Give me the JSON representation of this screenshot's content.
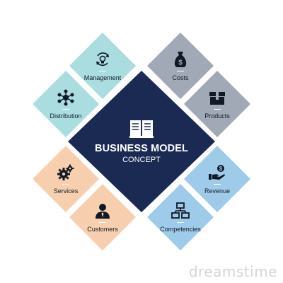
{
  "center": {
    "title": "BUSINESS MODEL",
    "subtitle": "CONCEPT",
    "icon": "book-icon",
    "color": "#1a2a52"
  },
  "colors": {
    "teal": "#a9dde0",
    "gray": "#a2a9b6",
    "peach": "#f7cfae",
    "blue": "#9fcbea",
    "dark": "#1a2a52"
  },
  "tiles": [
    {
      "key": "management",
      "label": "Management",
      "icon": "lightbulb-cycle-icon",
      "color": "#a9dde0"
    },
    {
      "key": "distribution",
      "label": "Distribution",
      "icon": "network-icon",
      "color": "#a9dde0"
    },
    {
      "key": "costs",
      "label": "Costs",
      "icon": "money-bag-icon",
      "color": "#a2a9b6"
    },
    {
      "key": "products",
      "label": "Products",
      "icon": "box-icon",
      "color": "#a2a9b6"
    },
    {
      "key": "services",
      "label": "Services",
      "icon": "gears-icon",
      "color": "#f7cfae"
    },
    {
      "key": "customers",
      "label": "Customers",
      "icon": "person-icon",
      "color": "#f7cfae"
    },
    {
      "key": "revenue",
      "label": "Revenue",
      "icon": "hand-money-icon",
      "color": "#9fcbea"
    },
    {
      "key": "competencies",
      "label": "Competencies",
      "icon": "hierarchy-icon",
      "color": "#9fcbea"
    }
  ],
  "watermark": "dreamstime"
}
